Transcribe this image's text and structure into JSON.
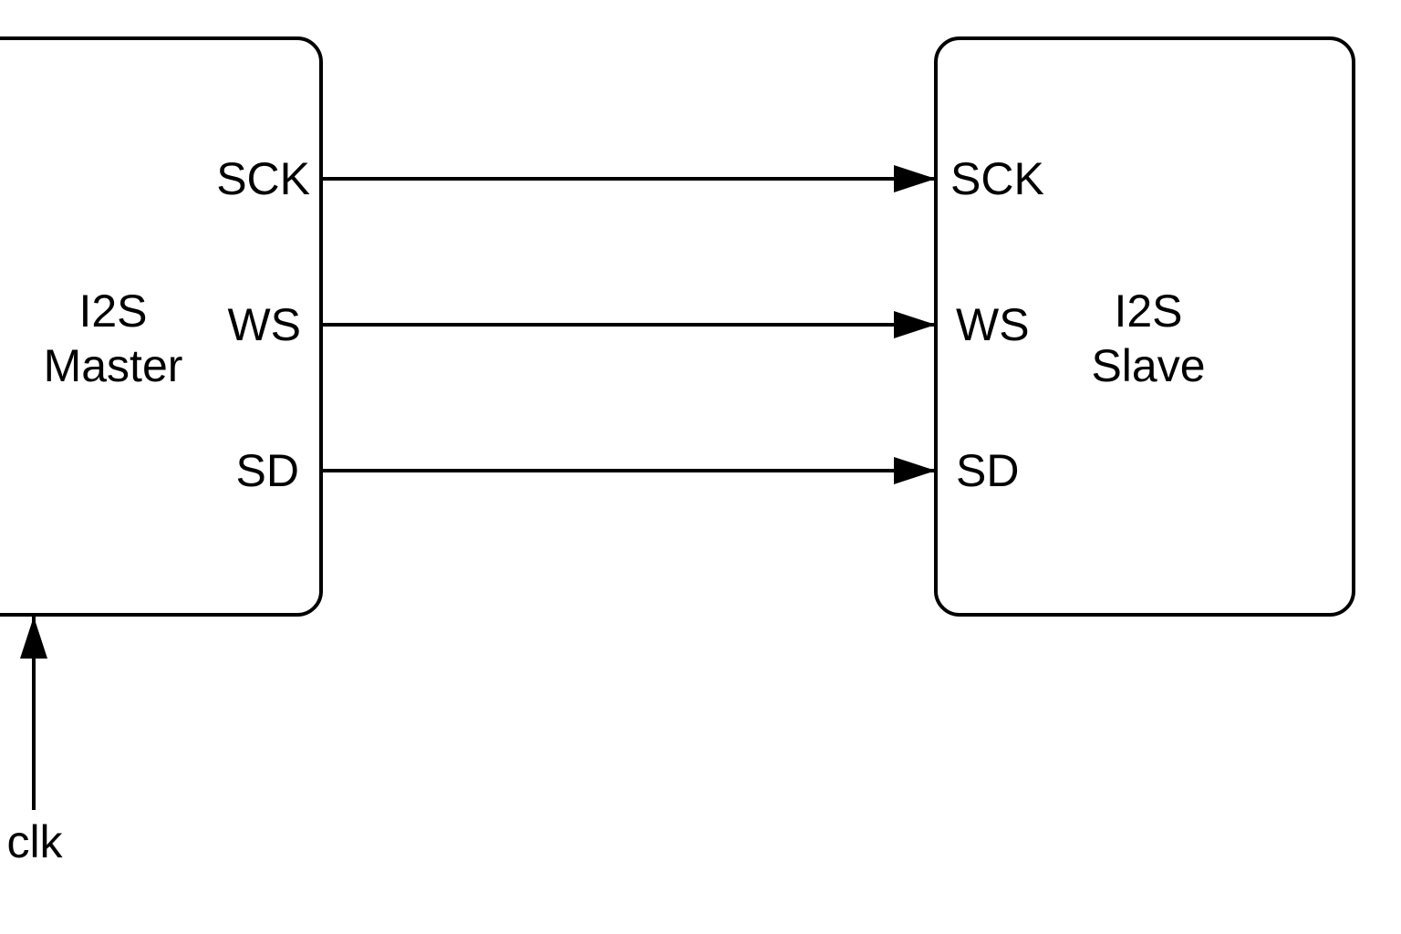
{
  "colors": {
    "stroke": "#000000",
    "background": "#ffffff"
  },
  "master": {
    "title_line1": "I2S",
    "title_line2": "Master",
    "ports": {
      "sck": "SCK",
      "ws": "WS",
      "sd": "SD"
    }
  },
  "slave": {
    "title_line1": "I2S",
    "title_line2": "Slave",
    "ports": {
      "sck": "SCK",
      "ws": "WS",
      "sd": "SD"
    }
  },
  "clock": {
    "label": "clk"
  }
}
